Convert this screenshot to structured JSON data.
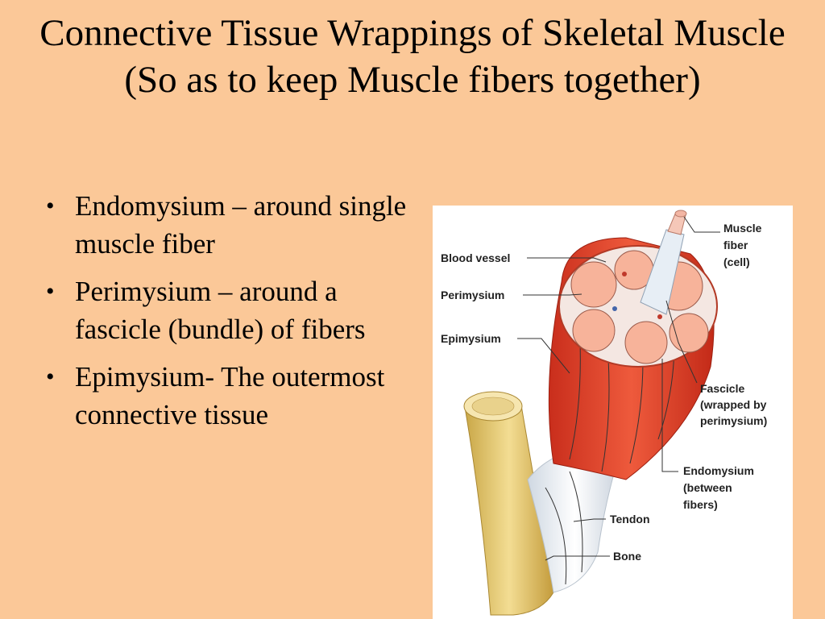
{
  "slide": {
    "title": "Connective Tissue Wrappings of Skeletal Muscle (So as to keep Muscle fibers together)",
    "bullets": [
      {
        "text": "Endomysium – around single muscle fiber"
      },
      {
        "text": "Perimysium – around a fascicle (bundle) of fibers"
      },
      {
        "text": "Epimysium- The outermost connective tissue"
      }
    ]
  },
  "figure": {
    "labels": {
      "blood_vessel": "Blood vessel",
      "perimysium": "Perimysium",
      "epimysium": "Epimysium",
      "muscle_fiber_1": "Muscle",
      "muscle_fiber_2": "fiber",
      "muscle_fiber_3": "(cell)",
      "fascicle_1": "Fascicle",
      "fascicle_2": "(wrapped by",
      "fascicle_3": "perimysium)",
      "endomysium_1": "Endomysium",
      "endomysium_2": "(between",
      "endomysium_3": "fibers)",
      "tendon": "Tendon",
      "bone": "Bone"
    }
  },
  "colors": {
    "background": "#fbc898",
    "muscle": "#e8492f",
    "fascicle": "#f7b8a2",
    "bone": "#e9cf79",
    "tendon": "#eef2f6"
  }
}
